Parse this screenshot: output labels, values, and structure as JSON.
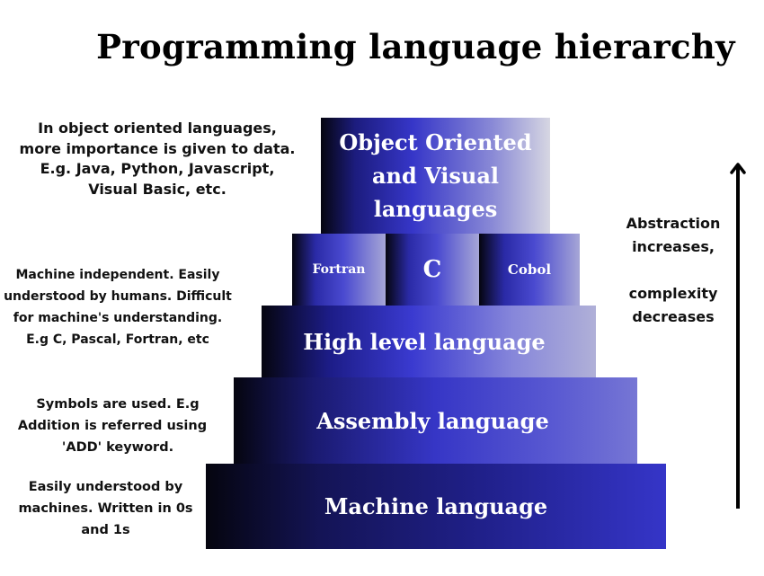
{
  "title": "Programming language hierarchy",
  "pyramid": {
    "top": {
      "label": "Object Oriented and Visual languages",
      "lines": [
        "Object Oriented",
        "and Visual",
        "languages"
      ]
    },
    "middle_row": [
      {
        "label": "Fortran"
      },
      {
        "label": "C"
      },
      {
        "label": "Cobol"
      }
    ],
    "high_level": {
      "label": "High level language"
    },
    "assembly": {
      "label": "Assembly language"
    },
    "machine": {
      "label": "Machine language"
    }
  },
  "notes": {
    "object_oriented": [
      "In object oriented languages,",
      "more importance is given to data.",
      "E.g. Java, Python, Javascript,",
      "Visual Basic, etc."
    ],
    "high_level": [
      "Machine independent. Easily",
      "understood by humans. Difficult",
      "for machine's understanding.",
      "E.g C, Pascal, Fortran, etc"
    ],
    "assembly": [
      "Symbols are used. E.g",
      "Addition is referred using",
      "'ADD' keyword."
    ],
    "machine": [
      "Easily understood by",
      "machines. Written in 0s",
      "and 1s"
    ]
  },
  "axis": {
    "icon": "arrow-up-icon",
    "lines": [
      "Abstraction",
      "increases,",
      "",
      "complexity",
      "decreases"
    ]
  },
  "colors": {
    "dark": "#05050f",
    "blue": "#3535c8",
    "light": "#d6d6e2"
  }
}
